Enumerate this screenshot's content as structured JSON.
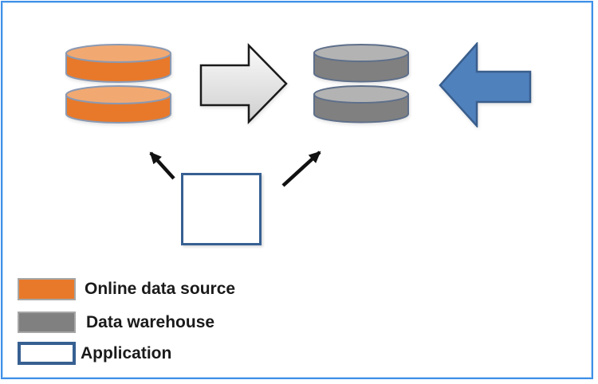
{
  "colors": {
    "frame_border": "#3F90E8",
    "online_source_orange": "#E8792A",
    "online_source_orange_top": "#F2A971",
    "warehouse_gray": "#808080",
    "warehouse_gray_top": "#B3B3B3",
    "cylinder_outline_orange": "#8A99B3",
    "cylinder_outline_gray": "#5E6F8A",
    "flow_arrow_light_top": "#FAFAFA",
    "flow_arrow_light_bottom": "#CFCFCF",
    "flow_arrow_outline": "#1A1A1A",
    "reverse_arrow_blue": "#4F81BD",
    "reverse_arrow_outline": "#3A5E8C",
    "application_border": "#376092",
    "black_arrow": "#111111",
    "legend_swatch_outline": "#A6A6A6",
    "white": "#FFFFFF",
    "text": "#1A1A1A"
  },
  "diagram": {
    "nodes": [
      {
        "id": "online-data-source",
        "shape": "stacked-database-cylinder",
        "fill": "orange"
      },
      {
        "id": "data-warehouse",
        "shape": "stacked-database-cylinder",
        "fill": "gray"
      },
      {
        "id": "application",
        "shape": "empty-rectangle",
        "fill": "white"
      }
    ],
    "connectors": [
      {
        "id": "source-to-warehouse",
        "shape": "block-arrow",
        "direction": "right",
        "fill": "light-gray"
      },
      {
        "id": "inbound-to-warehouse",
        "shape": "block-arrow",
        "direction": "left",
        "fill": "blue"
      },
      {
        "id": "application-to-source",
        "shape": "line-arrow",
        "direction": "up-left",
        "fill": "black"
      },
      {
        "id": "application-to-warehouse",
        "shape": "line-arrow",
        "direction": "up-right",
        "fill": "black"
      }
    ]
  },
  "legend": {
    "items": [
      {
        "label": "Online data source",
        "swatch": "orange"
      },
      {
        "label": "Data warehouse",
        "swatch": "gray"
      },
      {
        "label": "Application",
        "swatch": "white-with-blue-border"
      }
    ]
  }
}
